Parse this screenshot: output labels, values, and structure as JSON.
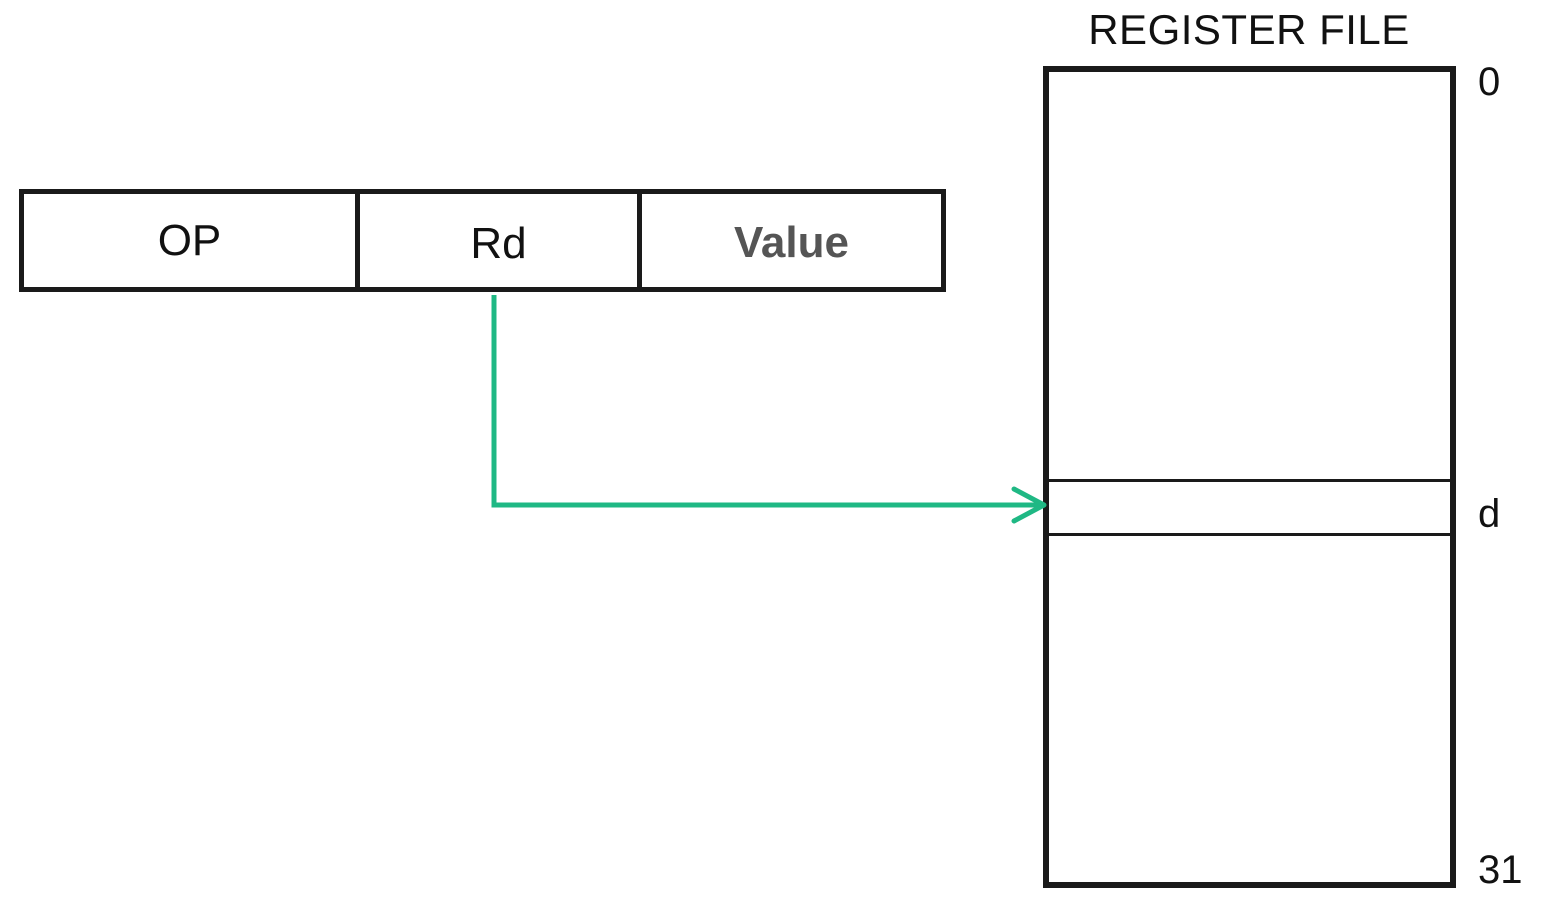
{
  "instruction": {
    "fields": {
      "op": "OP",
      "rd": "Rd",
      "value": "Value"
    }
  },
  "register_file": {
    "title": "REGISTER FILE",
    "index_top": "0",
    "index_selected": "d",
    "index_bottom": "31"
  },
  "colors": {
    "arrow": "#1fb884",
    "border": "#1a1a1a",
    "value_text": "#555555"
  }
}
